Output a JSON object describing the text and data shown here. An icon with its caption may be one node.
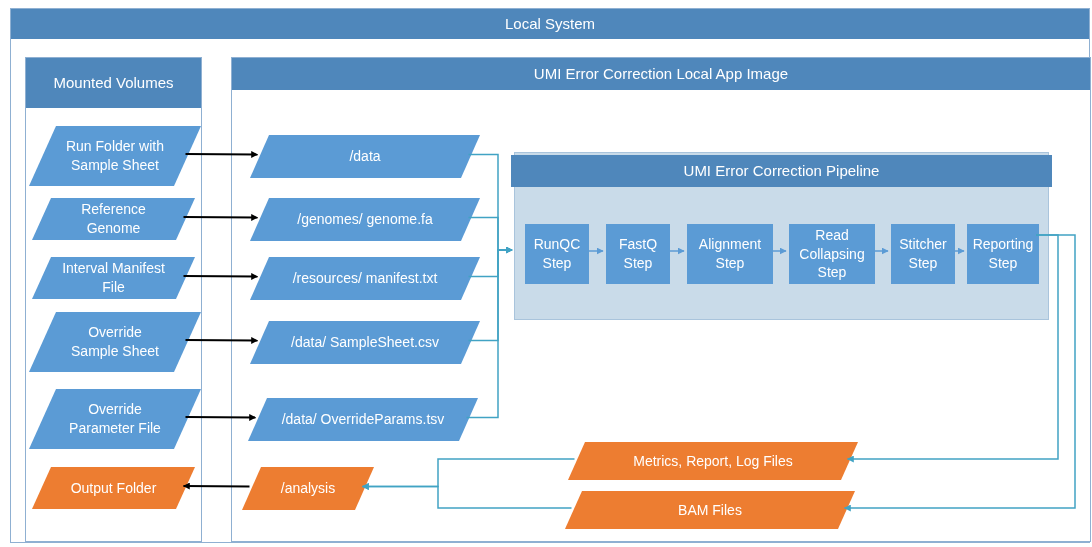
{
  "diagram": {
    "nodes": [
      {
        "text": [
          "Local System"
        ]
      },
      {
        "text": [
          "Mounted Volumes"
        ],
        "in": 0
      },
      {
        "text": [
          "UMI Error Correction Local App Image"
        ],
        "in": 0
      },
      {
        "text": [
          "Run Folder with Sample Sheet"
        ],
        "in": 1
      },
      {
        "text": [
          "Reference Genome"
        ],
        "in": 1
      },
      {
        "text": [
          "Interval Manifest File"
        ],
        "in": 1
      },
      {
        "text": [
          "Override Sample Sheet"
        ],
        "in": 1
      },
      {
        "text": [
          "Override Parameter File"
        ],
        "in": 1
      },
      {
        "text": [
          "Output Folder"
        ],
        "in": 1
      },
      {
        "text": [
          "/data"
        ],
        "in": 2
      },
      {
        "text": [
          "/genomes/ genome.fa"
        ],
        "in": 2
      },
      {
        "text": [
          "/resources/ manifest.txt"
        ],
        "in": 2
      },
      {
        "text": [
          "/data/ SampleSheet.csv"
        ],
        "in": 2
      },
      {
        "text": [
          "/data/ OverrideParams.tsv"
        ],
        "in": 2
      },
      {
        "text": [
          "UMI Error Correction Pipeline"
        ],
        "in": 2
      },
      {
        "text": [
          "RunQC Step"
        ],
        "in": 14
      },
      {
        "text": [
          "FastQ Step"
        ],
        "in": 14
      },
      {
        "text": [
          "Alignment Step"
        ],
        "in": 14
      },
      {
        "text": [
          "Read Collapsing Step"
        ],
        "in": 14
      },
      {
        "text": [
          "Stitcher Step"
        ],
        "in": 14
      },
      {
        "text": [
          "Reporting Step"
        ],
        "in": 14
      },
      {
        "text": [
          "/analysis"
        ],
        "in": 2
      },
      {
        "text": [
          "Metrics, Report, Log Files"
        ],
        "in": 2
      },
      {
        "text": [
          "BAM Files"
        ],
        "in": 2
      }
    ],
    "edges": [
      {
        "from": 3,
        "to": 9,
        "arrow": "to",
        "color": "#000000"
      },
      {
        "from": 4,
        "to": 10,
        "arrow": "to",
        "color": "#000000"
      },
      {
        "from": 5,
        "to": 11,
        "arrow": "to",
        "color": "#000000"
      },
      {
        "from": 6,
        "to": 12,
        "arrow": "to",
        "color": "#000000"
      },
      {
        "from": 7,
        "to": 13,
        "arrow": "to",
        "color": "#000000"
      },
      {
        "from": 9,
        "to": 14,
        "arrow": "to"
      },
      {
        "from": 10,
        "to": 14,
        "arrow": "to"
      },
      {
        "from": 11,
        "to": 14,
        "arrow": "to"
      },
      {
        "from": 12,
        "to": 14,
        "arrow": "to"
      },
      {
        "from": 13,
        "to": 14,
        "arrow": "to"
      },
      {
        "from": 15,
        "to": 16,
        "arrow": "to",
        "color": "#5b9bd5"
      },
      {
        "from": 16,
        "to": 17,
        "arrow": "to",
        "color": "#5b9bd5"
      },
      {
        "from": 17,
        "to": 18,
        "arrow": "to",
        "color": "#5b9bd5"
      },
      {
        "from": 18,
        "to": 19,
        "arrow": "to",
        "color": "#5b9bd5"
      },
      {
        "from": 19,
        "to": 20,
        "arrow": "to",
        "color": "#5b9bd5"
      },
      {
        "from": 20,
        "to": 22,
        "arrow": "to"
      },
      {
        "from": 20,
        "to": 23,
        "arrow": "to"
      },
      {
        "from": 22,
        "to": 21,
        "arrow": "to"
      },
      {
        "from": 23,
        "to": 21,
        "arrow": "to"
      },
      {
        "from": 21,
        "to": 8,
        "arrow": "to",
        "color": "#000000"
      }
    ]
  }
}
